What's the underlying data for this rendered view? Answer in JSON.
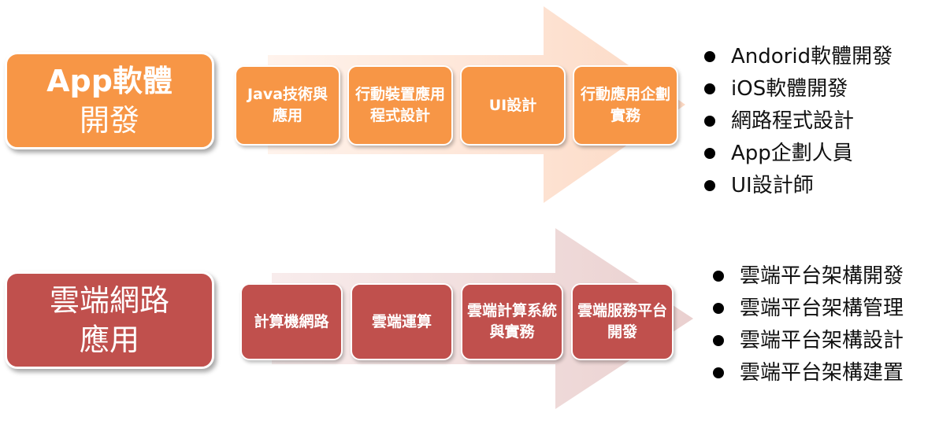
{
  "colors": {
    "orange": "#f79646",
    "red": "#c0504d",
    "orange_arrow": "#fde3d3",
    "red_arrow": "#eed3d2"
  },
  "rows": [
    {
      "title_lines": [
        "App軟體",
        "開發"
      ],
      "steps": [
        "Java技術與應用",
        "行動裝置應用程式設計",
        "UI設計",
        "行動應用企劃實務"
      ],
      "bullets": [
        "Andorid軟體開發",
        "iOS軟體開發",
        "網路程式設計",
        "App企劃人員",
        "UI設計師"
      ]
    },
    {
      "title_lines": [
        "雲端網路",
        "應用"
      ],
      "steps": [
        "計算機網路",
        "雲端運算",
        "雲端計算系統與實務",
        "雲端服務平台開發"
      ],
      "bullets": [
        "雲端平台架構開發",
        "雲端平台架構管理",
        "雲端平台架構設計",
        "雲端平台架構建置"
      ]
    }
  ]
}
